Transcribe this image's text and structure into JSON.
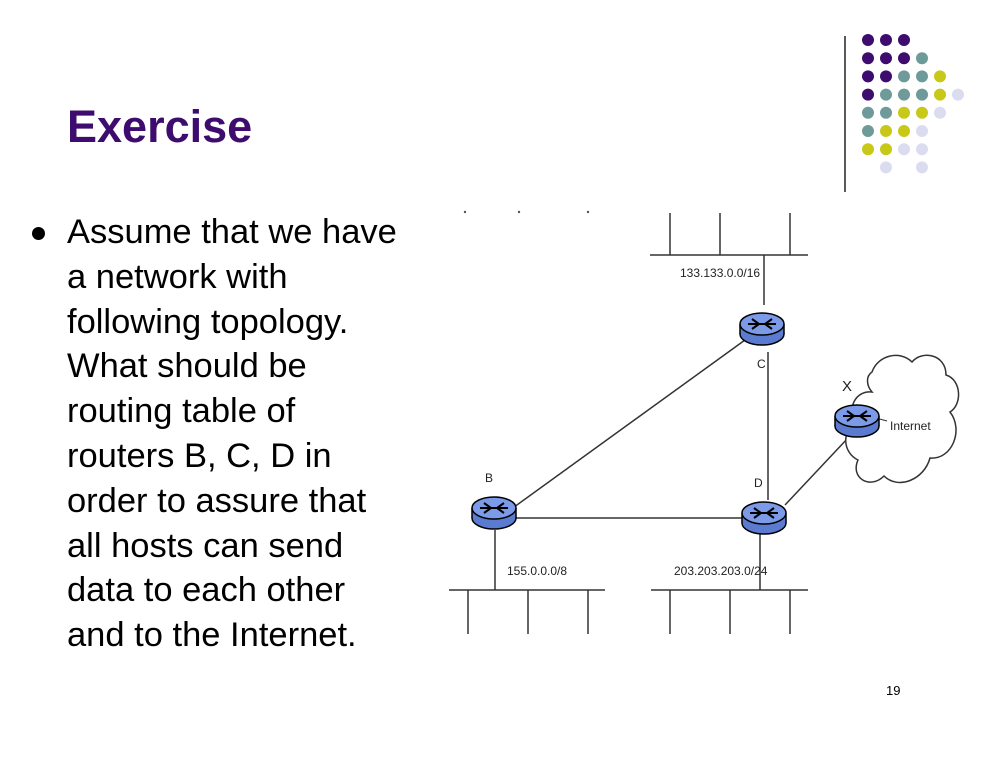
{
  "slide": {
    "title": "Exercise",
    "bullet": "Assume that we have\na network with\nfollowing topology.\nWhat should be\nrouting table of\nrouters B, C, D in\norder to assure that\nall hosts can send\ndata to each other\nand to the Internet.",
    "page_number": "19"
  },
  "diagram": {
    "networks": {
      "top": "133.133.0.0/16",
      "bottom_left": "155.0.0.0/8",
      "bottom_right": "203.203.203.0/24"
    },
    "routers": {
      "b": "B",
      "c": "C",
      "d": "D",
      "x": "X"
    },
    "internet_label": "Internet",
    "router_color": "#7b9ae8"
  },
  "decoration": {
    "colors": {
      "purple": "#3d0c6e",
      "teal": "#6e9b9a",
      "yellow": "#c8c818",
      "lavender": "#dcdcf0"
    }
  }
}
